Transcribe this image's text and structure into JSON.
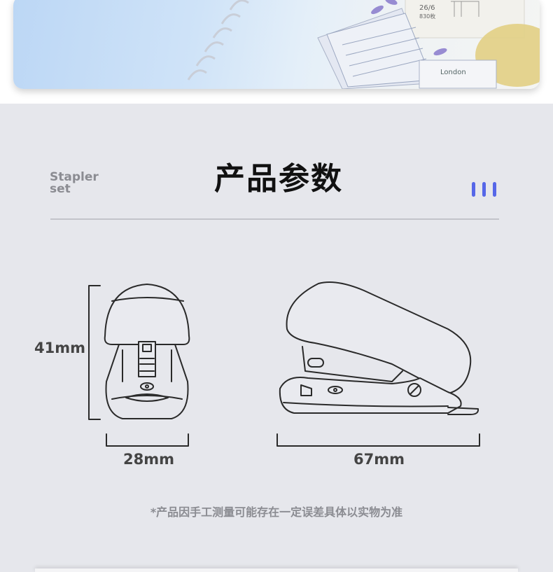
{
  "header": {
    "title": "产品参数",
    "subtitle_en": "Stapler\nset",
    "accent_color": "#5667e8"
  },
  "photo": {
    "box_label_size": "26/6",
    "box_label_count": "830枚",
    "notebook_label": "London"
  },
  "dimensions": {
    "height": "41mm",
    "width": "28mm",
    "length": "67mm"
  },
  "note": "*产品因手工测量可能存在一定误差具体以实物为准"
}
